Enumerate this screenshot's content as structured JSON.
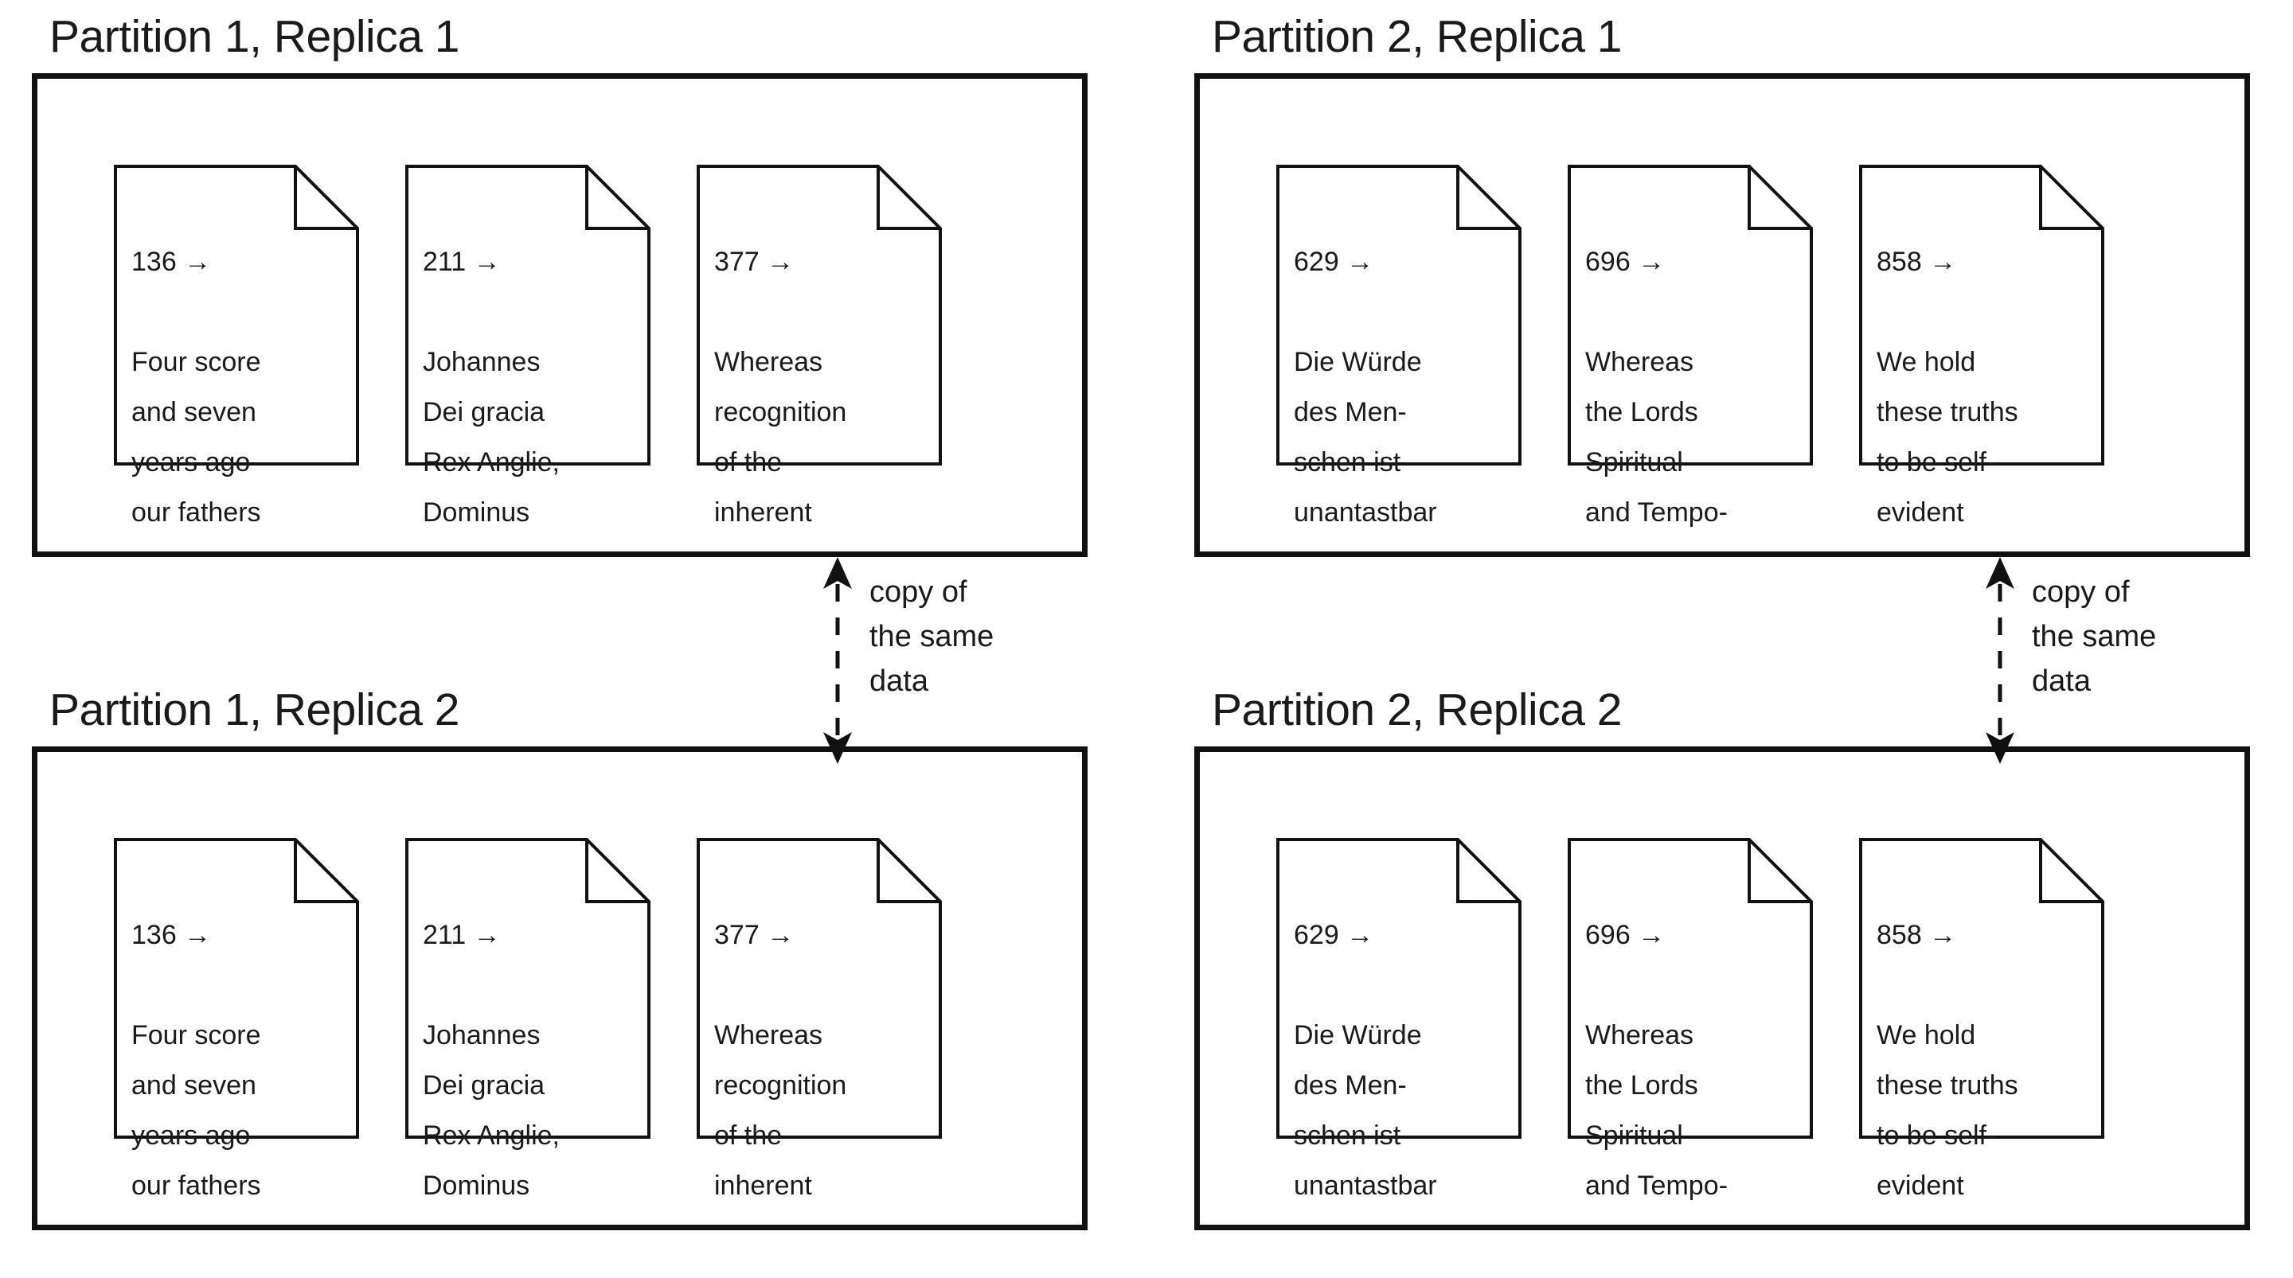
{
  "diagram": {
    "title": "Partitioning with replication",
    "replication_note": "copy of\nthe same\ndata",
    "colors": {
      "ink": "#1a1a1a",
      "box_border": "#111111",
      "background": "#ffffff"
    }
  },
  "quadrants": [
    {
      "id": "partition-1-replica-1",
      "title": "Partition 1, Replica 1",
      "documents": [
        {
          "key": "136 →",
          "body": "Four score\nand seven\nyears ago\nour fathers"
        },
        {
          "key": "211 →",
          "body": "Johannes\nDei gracia\nRex Anglie,\nDominus"
        },
        {
          "key": "377 →",
          "body": "Whereas\nrecognition\nof the\ninherent"
        }
      ]
    },
    {
      "id": "partition-2-replica-1",
      "title": "Partition 2, Replica 1",
      "documents": [
        {
          "key": "629 →",
          "body": "Die Würde\ndes Men-\nschen ist\nunantastbar"
        },
        {
          "key": "696 →",
          "body": "Whereas\nthe Lords\nSpiritual\nand Tempo-"
        },
        {
          "key": "858 →",
          "body": "We hold\nthese truths\nto be self-\nevident"
        }
      ]
    },
    {
      "id": "partition-1-replica-2",
      "title": "Partition 1, Replica 2",
      "documents": [
        {
          "key": "136 →",
          "body": "Four score\nand seven\nyears ago\nour fathers"
        },
        {
          "key": "211 →",
          "body": "Johannes\nDei gracia\nRex Anglie,\nDominus"
        },
        {
          "key": "377 →",
          "body": "Whereas\nrecognition\nof the\ninherent"
        }
      ]
    },
    {
      "id": "partition-2-replica-2",
      "title": "Partition 2, Replica 2",
      "documents": [
        {
          "key": "629 →",
          "body": "Die Würde\ndes Men-\nschen ist\nunantastbar"
        },
        {
          "key": "696 →",
          "body": "Whereas\nthe Lords\nSpiritual\nand Tempo-"
        },
        {
          "key": "858 →",
          "body": "We hold\nthese truths\nto be self-\nevident"
        }
      ]
    }
  ],
  "replication_links": [
    {
      "id": "replication-link-partition-1",
      "label": "copy of\nthe same\ndata"
    },
    {
      "id": "replication-link-partition-2",
      "label": "copy of\nthe same\ndata"
    }
  ]
}
